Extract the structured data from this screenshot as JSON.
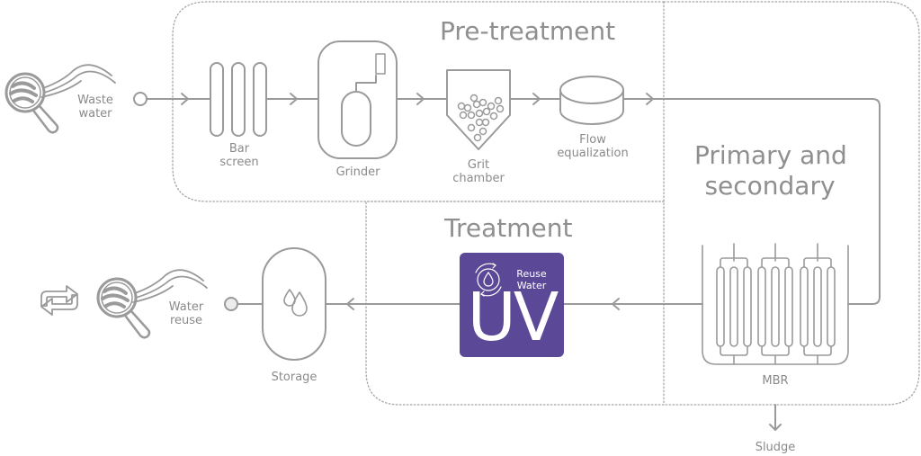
{
  "colors": {
    "stroke": "#9a9a9a",
    "text": "#8a8a8a",
    "uv_accent": "#5b4897",
    "uv_text": "#ffffff"
  },
  "sections": {
    "pretreatment": "Pre-treatment",
    "primary_secondary_line1": "Primary and",
    "primary_secondary_line2": "secondary",
    "treatment": "Treatment"
  },
  "nodes": {
    "waste_water": {
      "line1": "Waste",
      "line2": "water",
      "icon": "magnifier-water-icon"
    },
    "bar_screen": {
      "line1": "Bar",
      "line2": "screen",
      "icon": "bar-screen-icon"
    },
    "grinder": {
      "label": "Grinder",
      "icon": "grinder-icon"
    },
    "grit_chamber": {
      "line1": "Grit",
      "line2": "chamber",
      "icon": "grit-chamber-icon"
    },
    "flow_equalization": {
      "line1": "Flow",
      "line2": "equalization",
      "icon": "flow-equalization-tank-icon"
    },
    "mbr": {
      "label": "MBR",
      "icon": "membrane-bioreactor-icon"
    },
    "sludge": {
      "label": "Sludge",
      "icon": "down-arrow-icon"
    },
    "uv": {
      "big": "UV",
      "sub_line1": "Reuse",
      "sub_line2": "Water",
      "icon": "recycle-drop-icon"
    },
    "storage": {
      "label": "Storage",
      "icon": "storage-tank-icon"
    },
    "water_reuse": {
      "line1": "Water",
      "line2": "reuse",
      "icon": "magnifier-water-icon",
      "extra_icon": "recycle-arrows-icon"
    }
  }
}
